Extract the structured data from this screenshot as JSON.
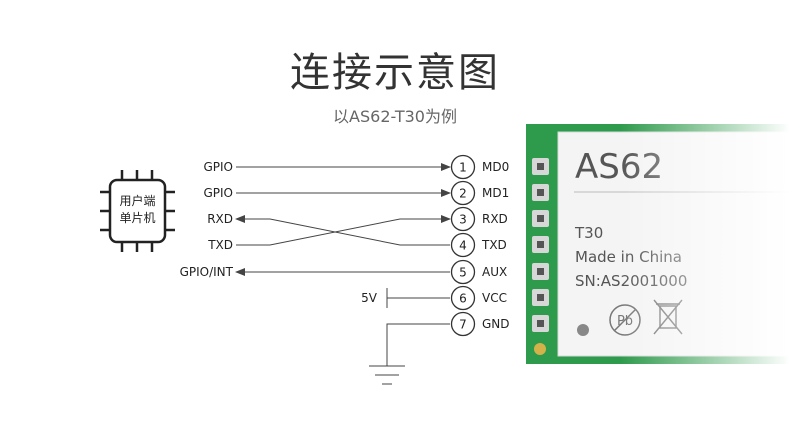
{
  "title": "连接示意图",
  "subtitle": "以AS62-T30为例",
  "mcu": {
    "label_line1": "用户端",
    "label_line2": "单片机"
  },
  "pins": [
    {
      "num": "1",
      "name": "MD0",
      "host": "GPIO"
    },
    {
      "num": "2",
      "name": "MD1",
      "host": "GPIO"
    },
    {
      "num": "3",
      "name": "RXD",
      "host": "RXD"
    },
    {
      "num": "4",
      "name": "TXD",
      "host": "TXD"
    },
    {
      "num": "5",
      "name": "AUX",
      "host": "GPIO/INT"
    },
    {
      "num": "6",
      "name": "VCC",
      "host": "5V"
    },
    {
      "num": "7",
      "name": "GND",
      "host": ""
    }
  ],
  "module": {
    "brand": "AS62",
    "model": "T30",
    "made_in": "Made in China",
    "serial": "SN:AS2001000",
    "pcb_color": "#2e9a4c"
  },
  "colors": {
    "line": "#444444",
    "text": "#222222"
  }
}
